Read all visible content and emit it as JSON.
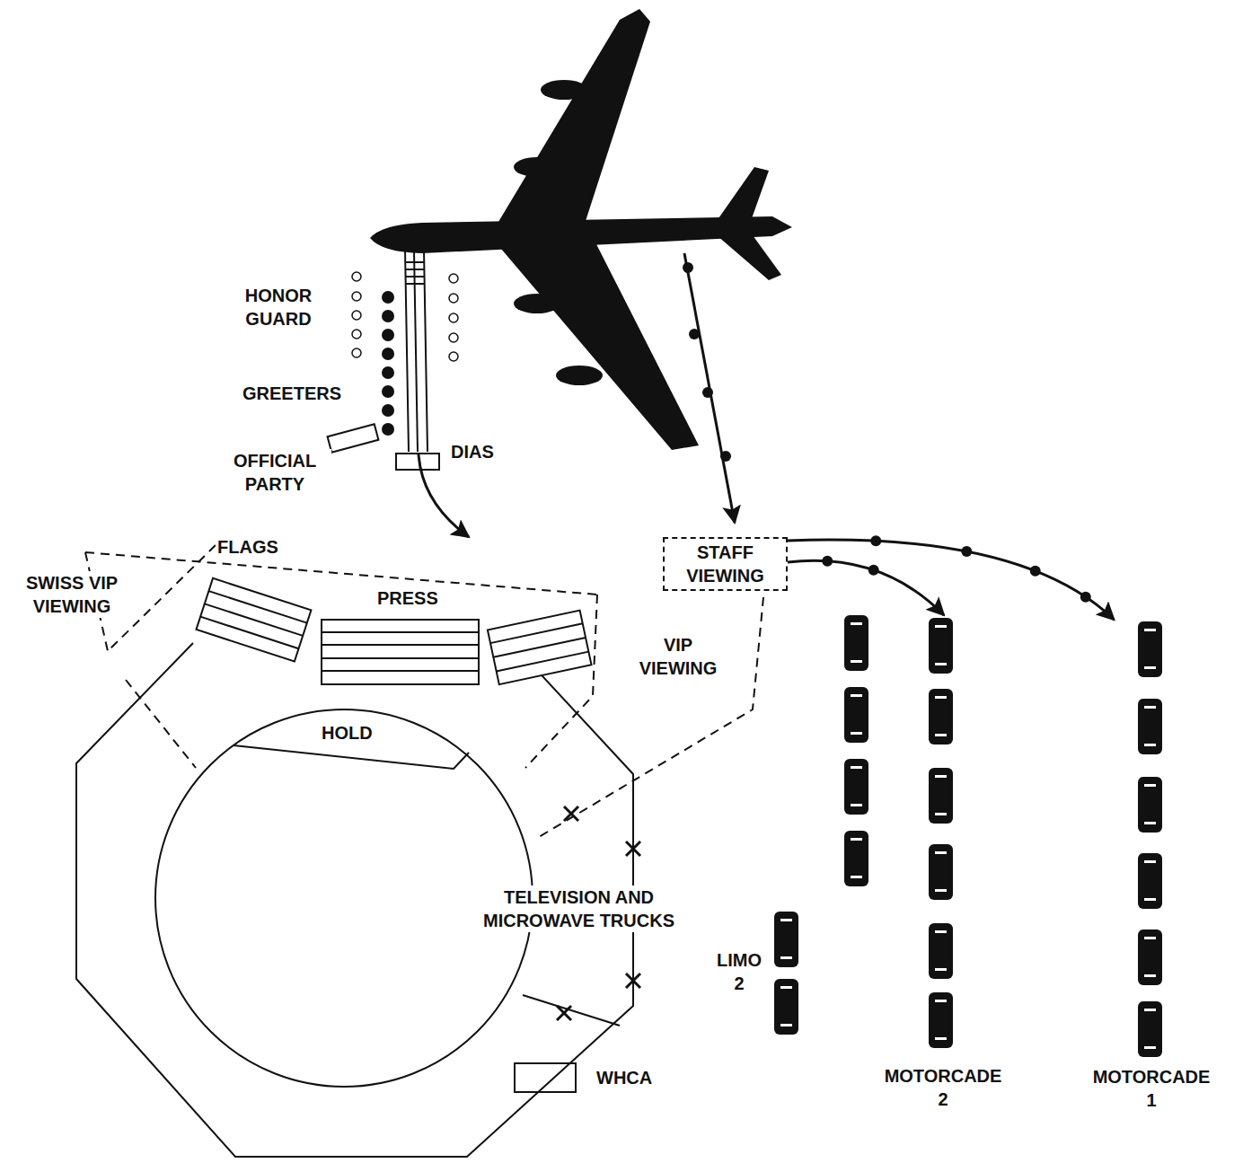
{
  "diagram": {
    "nodes": [
      {
        "text": [
          "OFFICIAL PARTY"
        ]
      },
      {
        "text": [
          "DIAS"
        ]
      },
      {
        "text": [
          "STAFF VIEWING"
        ]
      },
      {
        "text": [
          "LIMO 2"
        ]
      },
      {
        "text": [
          "WHCA"
        ]
      },
      {
        "text": [
          "MOTORCADE 2"
        ]
      },
      {
        "text": [
          "MOTORCADE 1"
        ]
      }
    ],
    "edges": [
      {
        "from": 2,
        "to": 5,
        "arrow": "to"
      },
      {
        "from": 2,
        "to": 6,
        "arrow": "to"
      }
    ],
    "labels": [
      "HONOR GUARD",
      "GREETERS",
      "FLAGS",
      "SWISS VIP VIEWING",
      "PRESS",
      "VIP VIEWING",
      "HOLD",
      "TELEVISION AND MICROWAVE TRUCKS"
    ]
  }
}
